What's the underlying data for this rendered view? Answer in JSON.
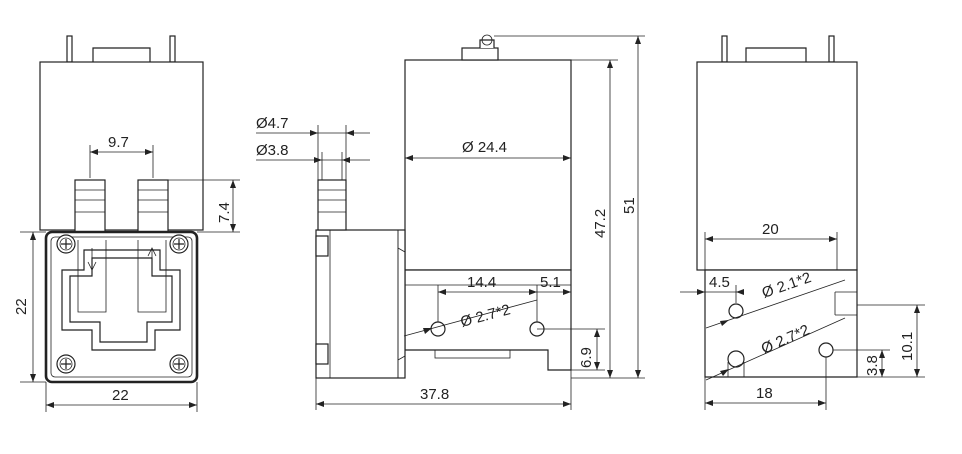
{
  "views": {
    "front": {
      "dim_width": "22",
      "dim_height": "22",
      "dim_port_spacing": "9.7",
      "dim_port_height": "7.4"
    },
    "side": {
      "dim_outer_dia": "Ø4.7",
      "dim_inner_dia": "Ø3.8",
      "dim_coil_dia": "Ø 24.4",
      "dim_length": "37.8",
      "dim_hole_spacing": "14.4",
      "dim_hole_offset": "5.1",
      "dim_hole": "Ø 2.7*2",
      "dim_base": "6.9",
      "dim_body_height": "47.2",
      "dim_total_height": "51"
    },
    "rear": {
      "dim_width": "20",
      "dim_offset": "4.5",
      "dim_hole_small": "Ø 2.1*2",
      "dim_hole_large": "Ø 2.7*2",
      "dim_base_span": "18",
      "dim_hole_height": "3.8",
      "dim_upper_height": "10.1"
    }
  },
  "colors": {
    "line": "#222222",
    "background": "#ffffff"
  }
}
